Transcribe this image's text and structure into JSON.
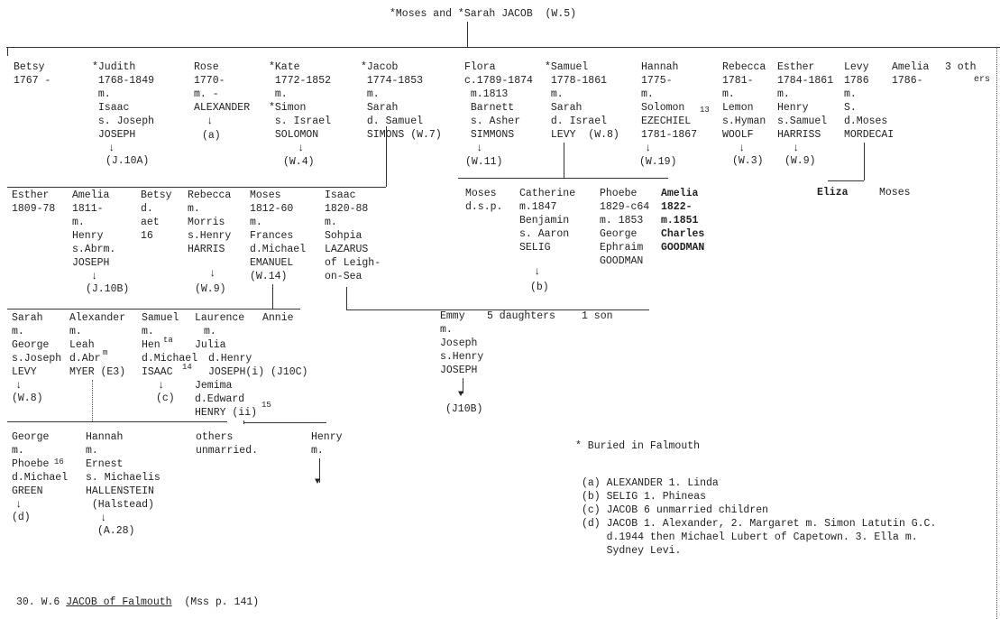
{
  "title": "*Moses and *Sarah JACOB  (W.5)",
  "gen1": {
    "betsy": "Betsy\n1767 -",
    "judith": "*Judith\n 1768-1849\n m.\n Isaac\n s. Joseph\n JOSEPH",
    "judith_ref": "(J.10A)",
    "rose": "Rose\n1770-\nm. -\nALEXANDER",
    "rose_ref": "(a)",
    "kate": "*Kate\n 1772-1852\n m.\n*Simon\n s. Israel\n SOLOMON",
    "kate_ref": "(W.4)",
    "jacob": "*Jacob\n 1774-1853\n m.\n Sarah\n d. Samuel\n SIMONS (W.7)",
    "flora": "Flora\nc.1789-1874\n m.1813\n Barnett\n s. Asher\n SIMMONS",
    "flora_ref": "(W.11)",
    "samuel": "*Samuel\n 1778-1861\n m.\n Sarah\n d. Israel\n LEVY  (W.8)",
    "hannah": "Hannah\n1775-\nm.\nSolomon\nEZECHIEL\n1781-1867",
    "hannah_note": "13",
    "hannah_ref": "(W.19)",
    "rebecca": "Rebecca\n1781-\nm.\nLemon\ns.Hyman\nWOOLF",
    "rebecca_ref": "(W.3)",
    "esther": "Esther\n1784-1861\nm.\nHenry\ns.Samuel\nHARRISS",
    "esther_ref": "(W.9)",
    "levy": "Levy\n1786\nm.\nS.\nd.Moses\nMORDECAI",
    "amelia": "Amelia\n1786-",
    "others_a": "3 oth",
    "others_b": "ers"
  },
  "gen2": {
    "esther": "Esther\n1809-78",
    "amelia": "Amelia\n1811-\nm.\nHenry\ns.Abrm.\nJOSEPH",
    "amelia_ref": "(J.10B)",
    "betsy": "Betsy\nd.\naet\n16",
    "rebecca": "Rebecca\nm.\nMorris\ns.Henry\nHARRIS",
    "rebecca_ref": "(W.9)",
    "moses": "Moses\n1812-60\nm.\nFrances\nd.Michael\nEMANUEL\n(W.14)",
    "isaac": "Isaac\n1820-88\nm.\nSohpia\nLAZARUS\nof Leigh-\non-Sea",
    "moses_s": "Moses\nd.s.p.",
    "catherine": "Catherine\nm.1847\nBenjamin\ns. Aaron\nSELIG",
    "catherine_ref": "(b)",
    "phoebe": "Phoebe\n1829-c64\nm. 1853\nGeorge\nEphraim\nGOODMAN",
    "amelia_s": "Amelia\n1822-\nm.1851\nCharles\nGOODMAN",
    "eliza": "Eliza",
    "moses_m": "Moses"
  },
  "gen3": {
    "sarah": "Sarah\nm.\nGeorge\ns.Joseph\nLEVY",
    "sarah_ref": "(W.8)",
    "alexander": "Alexander\nm.\nLeah\nd.Abr\nMYER (E3)",
    "alexander_sup": "m",
    "samuel": "Samuel\nm.\nHen\nd.Michael\nISAAC",
    "samuel_sup": "ta",
    "samuel_note": "14",
    "samuel_ref": "(c)",
    "laurence": "Laurence",
    "annie": "Annie",
    "laurence_m": "m.",
    "julia": "Julia",
    "julia_detail": "d.Henry\nJOSEPH(i) (J10C)",
    "jemima": "Jemima\nd.Edward\nHENRY (ii)",
    "jemima_note": "15",
    "emmy": "Emmy\nm.\nJoseph\ns.Henry\nJOSEPH",
    "emmy_ref": "(J10B)",
    "daughters": "5 daughters",
    "son": "1 son"
  },
  "gen4": {
    "george": "George\nm.\nPhoebe\nd.Michael\nGREEN",
    "george_note": "16",
    "george_ref": "(d)",
    "hannah": "Hannah\nm.\nErnest\ns. Michaelis\nHALLENSTEIN\n (Halstead)",
    "hannah_ref": "(A.28)",
    "others": "others\nunmarried.",
    "henry": "Henry\nm."
  },
  "notes": {
    "buried": "* Buried in Falmouth",
    "items": [
      "(a) ALEXANDER 1. Linda",
      "(b) SELIG 1. Phineas",
      "(c) JACOB 6 unmarried children",
      "(d) JACOB 1. Alexander, 2. Margaret m. Simon Latutin G.C.\n    d.1944 then Michael Lubert of Capetown. 3. Ella m.\n    Sydney Levi."
    ]
  },
  "footer": {
    "prefix": "30. W.6 ",
    "title": "JACOB of Falmouth",
    "suffix": "  (Mss p. 141)"
  }
}
